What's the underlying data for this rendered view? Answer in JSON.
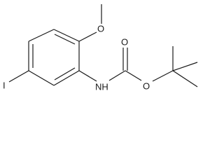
{
  "diagram": {
    "type": "chemical-structure",
    "atoms": {
      "oxygen_methoxy": "O",
      "iodine": "I",
      "nitrogen": "NH",
      "oxygen_carbonyl": "O",
      "oxygen_ester": "O"
    },
    "colors": {
      "ink": "#1a1a1a",
      "background": "#ffffff"
    }
  }
}
